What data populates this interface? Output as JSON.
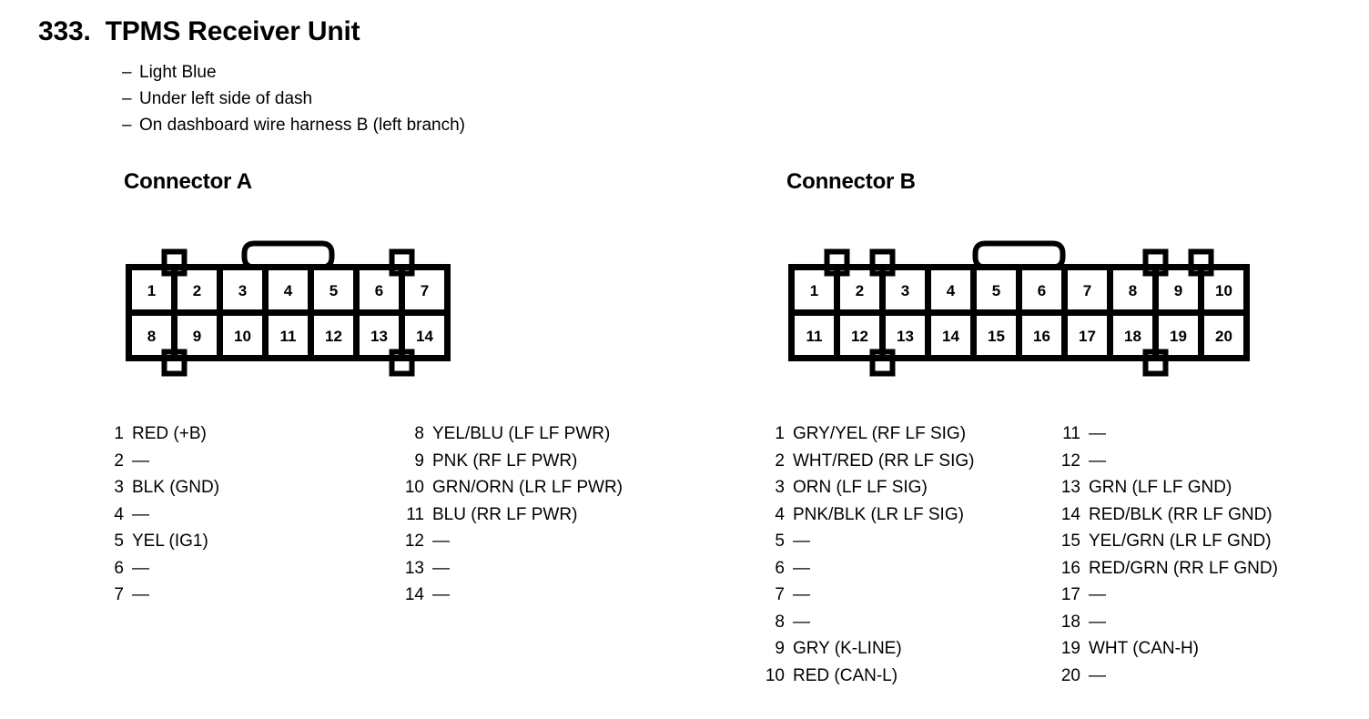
{
  "heading": {
    "number": "333.",
    "title": "TPMS Receiver Unit",
    "bullet_marker": "–",
    "bullets": [
      "Light Blue",
      "Under left side of dash",
      "On dashboard wire harness B (left branch)"
    ]
  },
  "colors": {
    "ink": "#000000",
    "paper": "#ffffff"
  },
  "connectors": [
    {
      "id": "a",
      "heading": "Connector A",
      "columns": 7,
      "rows": 2,
      "top_row_numbers": [
        "1",
        "2",
        "3",
        "4",
        "5",
        "6",
        "7"
      ],
      "bottom_row_numbers": [
        "8",
        "9",
        "10",
        "11",
        "12",
        "13",
        "14"
      ],
      "top_tab_boundaries": [
        1,
        6
      ],
      "bottom_tab_boundaries": [
        1,
        6
      ],
      "latch_boundary_center": 3.5,
      "pins": [
        {
          "no": "1",
          "desc": "RED (+B)"
        },
        {
          "no": "2",
          "desc": "—"
        },
        {
          "no": "3",
          "desc": "BLK (GND)"
        },
        {
          "no": "4",
          "desc": "—"
        },
        {
          "no": "5",
          "desc": "YEL (IG1)"
        },
        {
          "no": "6",
          "desc": "—"
        },
        {
          "no": "7",
          "desc": "—"
        },
        {
          "no": "8",
          "desc": "YEL/BLU (LF LF PWR)"
        },
        {
          "no": "9",
          "desc": "PNK (RF LF PWR)"
        },
        {
          "no": "10",
          "desc": "GRN/ORN (LR LF PWR)"
        },
        {
          "no": "11",
          "desc": "BLU (RR LF PWR)"
        },
        {
          "no": "12",
          "desc": "—"
        },
        {
          "no": "13",
          "desc": "—"
        },
        {
          "no": "14",
          "desc": "—"
        }
      ]
    },
    {
      "id": "b",
      "heading": "Connector B",
      "columns": 10,
      "rows": 2,
      "top_row_numbers": [
        "1",
        "2",
        "3",
        "4",
        "5",
        "6",
        "7",
        "8",
        "9",
        "10"
      ],
      "bottom_row_numbers": [
        "11",
        "12",
        "13",
        "14",
        "15",
        "16",
        "17",
        "18",
        "19",
        "20"
      ],
      "top_tab_boundaries": [
        1,
        2,
        8,
        9
      ],
      "bottom_tab_boundaries": [
        2,
        8
      ],
      "latch_boundary_center": 5.0,
      "pins": [
        {
          "no": "1",
          "desc": "GRY/YEL (RF LF SIG)"
        },
        {
          "no": "2",
          "desc": "WHT/RED (RR LF SIG)"
        },
        {
          "no": "3",
          "desc": "ORN (LF LF SIG)"
        },
        {
          "no": "4",
          "desc": "PNK/BLK (LR LF SIG)"
        },
        {
          "no": "5",
          "desc": "—"
        },
        {
          "no": "6",
          "desc": "—"
        },
        {
          "no": "7",
          "desc": "—"
        },
        {
          "no": "8",
          "desc": "—"
        },
        {
          "no": "9",
          "desc": "GRY (K-LINE)"
        },
        {
          "no": "10",
          "desc": "RED (CAN-L)"
        },
        {
          "no": "11",
          "desc": "—"
        },
        {
          "no": "12",
          "desc": "—"
        },
        {
          "no": "13",
          "desc": "GRN (LF LF GND)"
        },
        {
          "no": "14",
          "desc": "RED/BLK (RR LF GND)"
        },
        {
          "no": "15",
          "desc": "YEL/GRN (LR LF GND)"
        },
        {
          "no": "16",
          "desc": "RED/GRN (RR LF GND)"
        },
        {
          "no": "17",
          "desc": "—"
        },
        {
          "no": "18",
          "desc": "—"
        },
        {
          "no": "19",
          "desc": "WHT (CAN-H)"
        },
        {
          "no": "20",
          "desc": "—"
        }
      ]
    }
  ]
}
